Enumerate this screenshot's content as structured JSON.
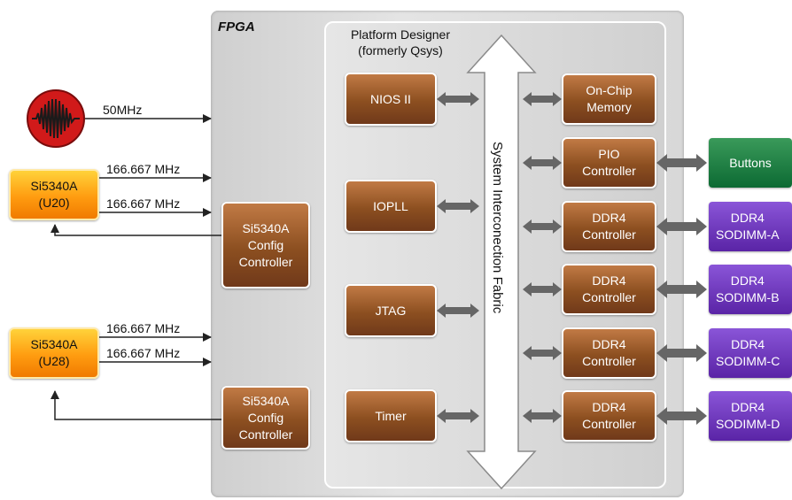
{
  "fpga_label": "FPGA",
  "platform_designer": {
    "line1": "Platform Designer",
    "line2": "(formerly Qsys)"
  },
  "fabric_label": "System Interconection Fabric",
  "clock_label": "50MHz",
  "clock_chips": [
    {
      "line1": "Si5340A",
      "line2": "(U20)",
      "freq1": "166.667 MHz",
      "freq2": "166.667 MHz"
    },
    {
      "line1": "Si5340A",
      "line2": "(U28)",
      "freq1": "166.667 MHz",
      "freq2": "166.667 MHz"
    }
  ],
  "config_controllers": [
    {
      "line1": "Si5340A",
      "line2": "Config",
      "line3": "Controller"
    },
    {
      "line1": "Si5340A",
      "line2": "Config",
      "line3": "Controller"
    }
  ],
  "left_modules": [
    "NIOS II",
    "IOPLL",
    "JTAG",
    "Timer"
  ],
  "right_modules": [
    {
      "line1": "On-Chip",
      "line2": "Memory"
    },
    {
      "line1": "PIO",
      "line2": "Controller"
    },
    {
      "line1": "DDR4",
      "line2": "Controller"
    },
    {
      "line1": "DDR4",
      "line2": "Controller"
    },
    {
      "line1": "DDR4",
      "line2": "Controller"
    },
    {
      "line1": "DDR4",
      "line2": "Controller"
    }
  ],
  "external": [
    {
      "line1": "Buttons",
      "line2": ""
    },
    {
      "line1": "DDR4",
      "line2": "SODIMM-A"
    },
    {
      "line1": "DDR4",
      "line2": "SODIMM-B"
    },
    {
      "line1": "DDR4",
      "line2": "SODIMM-C"
    },
    {
      "line1": "DDR4",
      "line2": "SODIMM-D"
    }
  ],
  "colors": {
    "module_brown": "#8c4f20",
    "clock_orange": "#ff9c10",
    "buttons_green": "#0c6a33",
    "sodimm_purple": "#5a24a6",
    "oscillator_red": "#d11a1a",
    "arrow_gray": "#666666"
  }
}
